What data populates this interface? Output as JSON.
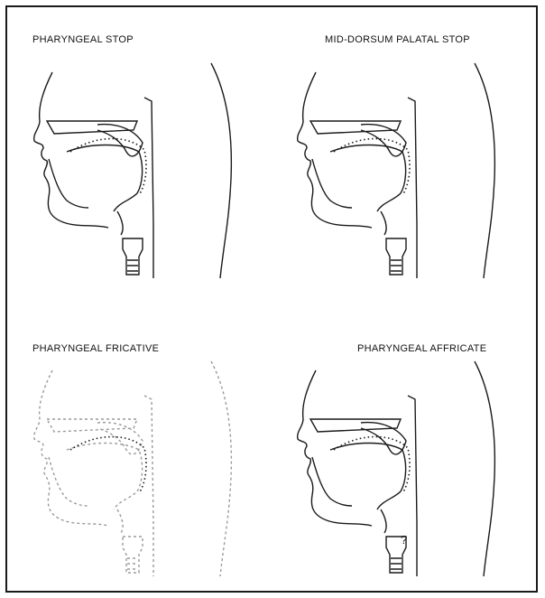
{
  "figure": {
    "panels": [
      {
        "title": "PHARYNGEAL STOP",
        "style": "dotted"
      },
      {
        "title": "MID-DORSUM PALATAL STOP",
        "style": "dotted"
      },
      {
        "title": "PHARYNGEAL FRICATIVE",
        "style": "faint"
      },
      {
        "title": "PHARYNGEAL AFFRICATE",
        "style": "dotted",
        "annotation": "?"
      }
    ]
  },
  "colors": {
    "line": "#1a1a1a",
    "faint": "#9a9a9a",
    "background": "#ffffff"
  }
}
